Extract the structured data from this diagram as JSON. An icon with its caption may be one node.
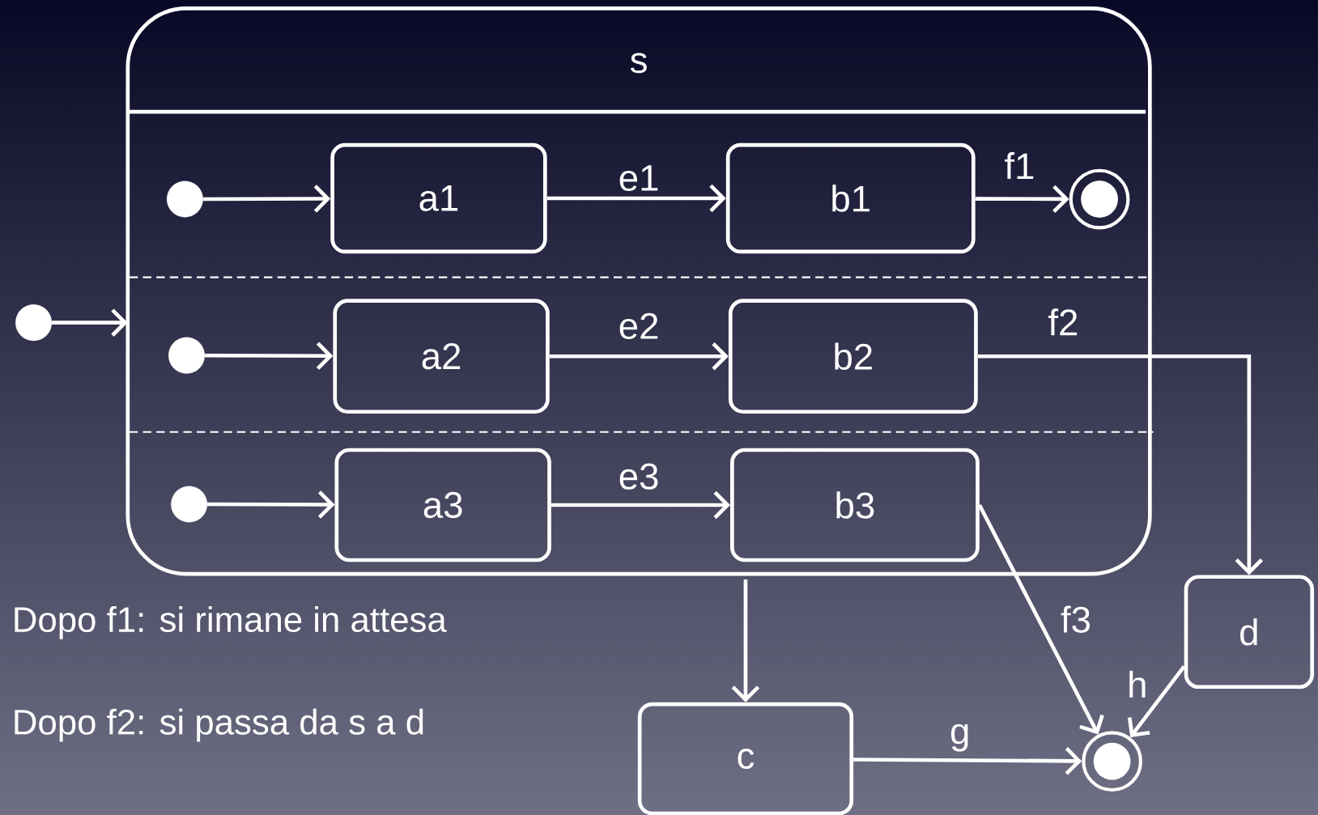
{
  "diagram": {
    "nodes": [
      {
        "text": [
          "s"
        ]
      },
      {
        "text": [],
        "shape": "dot",
        "in": 0
      },
      {
        "text": [
          "a1"
        ],
        "in": 0
      },
      {
        "text": [
          "b1"
        ],
        "in": 0
      },
      {
        "text": [],
        "shape": "bullseye",
        "in": 0
      },
      {
        "text": [],
        "shape": "dot",
        "in": 0
      },
      {
        "text": [
          "a2"
        ],
        "in": 0
      },
      {
        "text": [
          "b2"
        ],
        "in": 0
      },
      {
        "text": [],
        "shape": "dot",
        "in": 0
      },
      {
        "text": [
          "a3"
        ],
        "in": 0
      },
      {
        "text": [
          "b3"
        ],
        "in": 0
      },
      {
        "text": [],
        "shape": "dot"
      },
      {
        "text": [
          "d"
        ]
      },
      {
        "text": [
          "c"
        ]
      },
      {
        "text": [],
        "shape": "bullseye"
      }
    ],
    "edges": [
      {
        "from": 1,
        "to": 2,
        "arrow": "to"
      },
      {
        "from": 2,
        "to": 3,
        "arrow": "to",
        "label": "e1"
      },
      {
        "from": 3,
        "to": 4,
        "arrow": "to",
        "label": "f1"
      },
      {
        "from": 5,
        "to": 6,
        "arrow": "to"
      },
      {
        "from": 6,
        "to": 7,
        "arrow": "to",
        "label": "e2"
      },
      {
        "from": 7,
        "to": 12,
        "arrow": "to",
        "label": "f2"
      },
      {
        "from": 8,
        "to": 9,
        "arrow": "to"
      },
      {
        "from": 9,
        "to": 10,
        "arrow": "to",
        "label": "e3"
      },
      {
        "from": 10,
        "to": 14,
        "arrow": "to",
        "label": "f3"
      },
      {
        "from": 11,
        "to": 0,
        "arrow": "to"
      },
      {
        "from": 0,
        "to": 13,
        "arrow": "to"
      },
      {
        "from": 13,
        "to": 14,
        "arrow": "to",
        "label": "g"
      },
      {
        "from": 12,
        "to": 14,
        "arrow": "to",
        "label": "h"
      }
    ],
    "labels": [
      "Dopo f1: si rimane in attesa",
      "Dopo f2: si passa da s a d"
    ]
  }
}
